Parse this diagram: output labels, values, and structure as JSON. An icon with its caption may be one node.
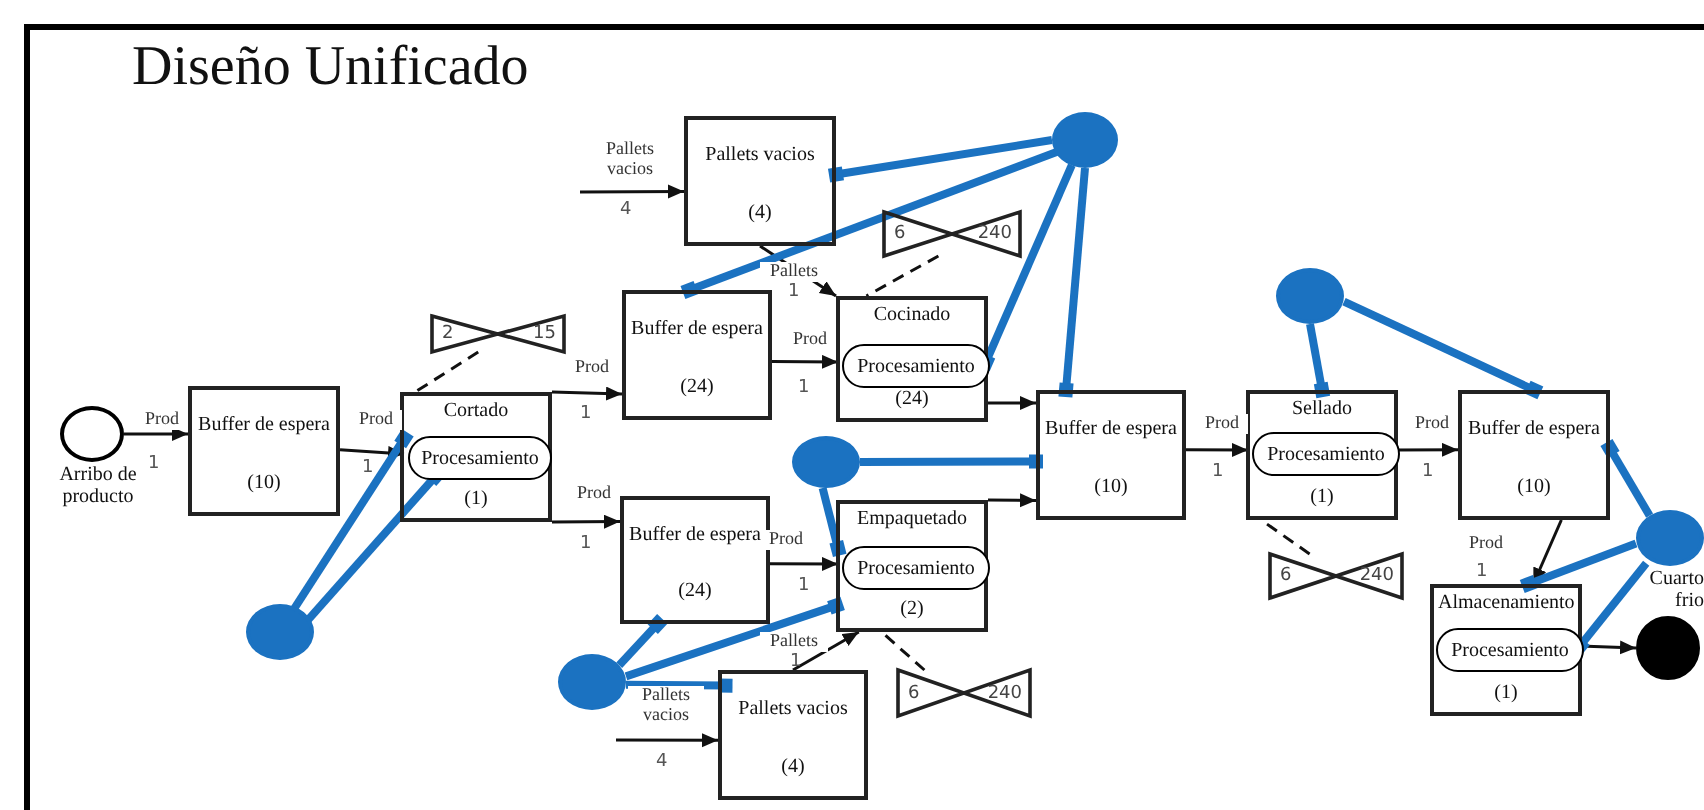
{
  "diagram": {
    "title": "Diseño Unificado",
    "nodes": [
      {
        "text": [],
        "shape": "circle",
        "beside": [
          "Arribo de producto"
        ]
      },
      {
        "text": [
          "Buffer de espera",
          "(10)"
        ]
      },
      {
        "text": [
          "Cortado",
          "(1)"
        ]
      },
      {
        "text": [
          "Procesamiento"
        ],
        "in": 2
      },
      {
        "text": [
          "Pallets vacios",
          "(4)"
        ]
      },
      {
        "text": [
          "Buffer de espera",
          "(24)"
        ]
      },
      {
        "text": [
          "Cocinado",
          "(24)"
        ]
      },
      {
        "text": [
          "Procesamiento"
        ],
        "in": 6
      },
      {
        "text": [
          "Buffer de espera",
          "(24)"
        ]
      },
      {
        "text": [
          "Empaquetado",
          "(2)"
        ]
      },
      {
        "text": [
          "Procesamiento"
        ],
        "in": 9
      },
      {
        "text": [
          "Pallets vacios",
          "(4)"
        ]
      },
      {
        "text": [
          "Buffer de espera",
          "(10)"
        ]
      },
      {
        "text": [
          "Sellado",
          "(1)"
        ]
      },
      {
        "text": [
          "Procesamiento"
        ],
        "in": 13
      },
      {
        "text": [
          "Buffer de espera",
          "(10)"
        ]
      },
      {
        "text": [
          "Almacenamiento",
          "(1)"
        ]
      },
      {
        "text": [
          "Procesamiento"
        ],
        "in": 16
      },
      {
        "text": [],
        "shape": "circle"
      },
      {
        "text": [
          "2",
          "15"
        ]
      },
      {
        "text": [
          "6",
          "240"
        ]
      },
      {
        "text": [
          "6",
          "240"
        ]
      },
      {
        "text": [
          "6",
          "240"
        ]
      },
      {
        "text": [],
        "shape": "circle"
      },
      {
        "text": [],
        "shape": "circle"
      },
      {
        "text": [],
        "shape": "circle"
      },
      {
        "text": [],
        "shape": "circle"
      },
      {
        "text": [],
        "shape": "circle"
      },
      {
        "text": [],
        "shape": "circle"
      }
    ],
    "edges": [
      {
        "from": 0,
        "to": 1,
        "arrow": "to",
        "label": "Prod"
      },
      {
        "from": 1,
        "to": 3,
        "arrow": "to",
        "label": "Prod"
      },
      {
        "from": 2,
        "to": 5,
        "arrow": "to",
        "label": "Prod"
      },
      {
        "from": 2,
        "to": 8,
        "arrow": "to",
        "label": "Prod"
      },
      {
        "from": 5,
        "to": 7,
        "arrow": "to",
        "label": "Prod"
      },
      {
        "from": 4,
        "to": 6,
        "arrow": "to",
        "label": "Pallets"
      },
      {
        "from": 8,
        "to": 10,
        "arrow": "to",
        "label": "Prod"
      },
      {
        "from": 11,
        "to": 9,
        "arrow": "to",
        "label": "Pallets"
      },
      {
        "from": 6,
        "to": 12,
        "arrow": "to"
      },
      {
        "from": 9,
        "to": 12,
        "arrow": "to"
      },
      {
        "from": 12,
        "to": 14,
        "arrow": "to",
        "label": "Prod"
      },
      {
        "from": 14,
        "to": 15,
        "arrow": "to",
        "label": "Prod"
      },
      {
        "from": 15,
        "to": 16,
        "arrow": "to",
        "label": "Prod"
      },
      {
        "from": 17,
        "to": 18,
        "arrow": "to"
      },
      {
        "from": null,
        "to": 4,
        "arrow": "to",
        "label": "Pallets vacios"
      },
      {
        "from": null,
        "to": 11,
        "arrow": "to",
        "label": "Pallets vacios"
      },
      {
        "from": 19,
        "to": 2,
        "arrow": "none",
        "style": "dashed"
      },
      {
        "from": 20,
        "to": 6,
        "arrow": "none",
        "style": "dashed"
      },
      {
        "from": 21,
        "to": 13,
        "arrow": "none",
        "style": "dashed"
      },
      {
        "from": 22,
        "to": 9,
        "arrow": "none",
        "style": "dashed"
      },
      {
        "from": 23,
        "to": 3,
        "arrow": "other",
        "style": "thick",
        "color": "#1b72c1"
      },
      {
        "from": 23,
        "to": 3,
        "arrow": "other",
        "style": "thick",
        "color": "#1b72c1"
      },
      {
        "from": 24,
        "to": 8,
        "arrow": "other",
        "style": "thick",
        "color": "#1b72c1"
      },
      {
        "from": 24,
        "to": 9,
        "arrow": "other",
        "style": "thick",
        "color": "#1b72c1"
      },
      {
        "from": 24,
        "to": 11,
        "arrow": "other",
        "style": "thick",
        "color": "#1b72c1"
      },
      {
        "from": 25,
        "to": 10,
        "arrow": "other",
        "style": "thick",
        "color": "#1b72c1"
      },
      {
        "from": 25,
        "to": 12,
        "arrow": "other",
        "style": "thick",
        "color": "#1b72c1"
      },
      {
        "from": 26,
        "to": 4,
        "arrow": "other",
        "style": "thick",
        "color": "#1b72c1"
      },
      {
        "from": 26,
        "to": 5,
        "arrow": "other",
        "style": "thick",
        "color": "#1b72c1"
      },
      {
        "from": 26,
        "to": 7,
        "arrow": "other",
        "style": "thick",
        "color": "#1b72c1"
      },
      {
        "from": 26,
        "to": 12,
        "arrow": "other",
        "style": "thick",
        "color": "#1b72c1"
      },
      {
        "from": 27,
        "to": 13,
        "arrow": "other",
        "style": "thick",
        "color": "#1b72c1"
      },
      {
        "from": 27,
        "to": 15,
        "arrow": "other",
        "style": "thick",
        "color": "#1b72c1"
      },
      {
        "from": 28,
        "to": 15,
        "arrow": "other",
        "style": "thick",
        "color": "#1b72c1"
      },
      {
        "from": 28,
        "to": 16,
        "arrow": "other",
        "style": "thick",
        "color": "#1b72c1"
      },
      {
        "from": 28,
        "to": 17,
        "arrow": "other",
        "style": "thick",
        "color": "#1b72c1"
      }
    ],
    "labels": [
      "4",
      "1",
      "1",
      "1",
      "1",
      "1",
      "1",
      "1",
      "1",
      "1",
      "1",
      "1",
      "4",
      "Cuarto frio"
    ]
  }
}
